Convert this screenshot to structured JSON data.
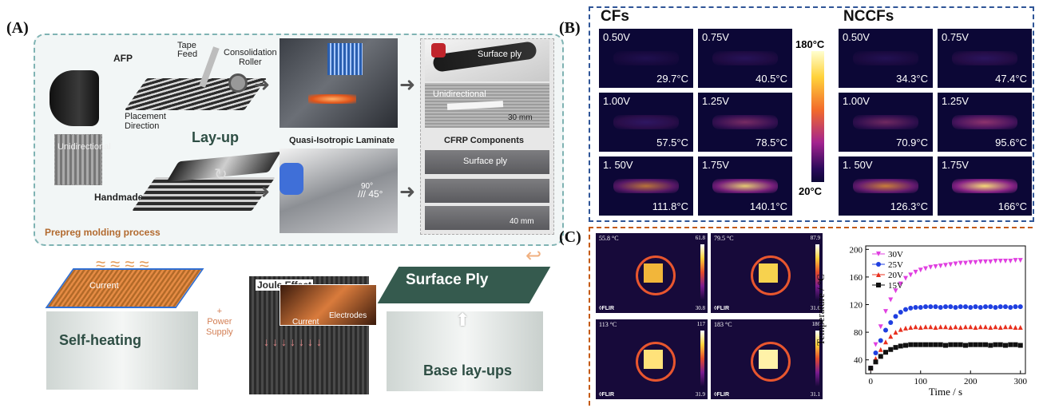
{
  "panel_a": {
    "letter": "(A)",
    "afp": "AFP",
    "tape_feed": "Tape\nFeed",
    "roller": "Consolidation\nRoller",
    "placement": "Placement\nDirection",
    "unidirectional": "Unidirectional",
    "layup": "Lay-up",
    "handmade": "Handmade",
    "process": "Prepreg molding process",
    "quasi": "Quasi-Isotropic Laminate",
    "deg90": "90°",
    "deg45": "/// 45°",
    "cfrp": "CFRP Components",
    "surface_ply_top": "Surface ply",
    "unidirectional_photo": "Unidirectional",
    "scale30": "30 mm",
    "surface_ply_comp": "Surface ply",
    "scale40": "40 mm",
    "current": "Current",
    "joule": "Joule Effect",
    "electrodes": "Electrodes",
    "power": "+\nPower\nSupply",
    "current2": "Current",
    "surface_ply_big": "Surface Ply",
    "self_heating": "Self-heating",
    "base_layups": "Base lay-ups"
  },
  "panel_b": {
    "letter": "(B)",
    "cfs": "CFs",
    "nccfs": "NCCFs",
    "cb_max": "180°C",
    "cb_min": "20°C",
    "cfs_cells": [
      {
        "v": "0.50V",
        "t": "29.7°C",
        "level": 0.0
      },
      {
        "v": "0.75V",
        "t": "40.5°C",
        "level": 0.12
      },
      {
        "v": "1.00V",
        "t": "57.5°C",
        "level": 0.25
      },
      {
        "v": "1.25V",
        "t": "78.5°C",
        "level": 0.4
      },
      {
        "v": "1. 50V",
        "t": "111.8°C",
        "level": 0.65
      },
      {
        "v": "1.75V",
        "t": "140.1°C",
        "level": 0.85
      }
    ],
    "nccfs_cells": [
      {
        "v": "0.50V",
        "t": "34.3°C",
        "level": 0.05
      },
      {
        "v": "0.75V",
        "t": "47.4°C",
        "level": 0.18
      },
      {
        "v": "1.00V",
        "t": "70.9°C",
        "level": 0.35
      },
      {
        "v": "1.25V",
        "t": "95.6°C",
        "level": 0.55
      },
      {
        "v": "1. 50V",
        "t": "126.3°C",
        "level": 0.75
      },
      {
        "v": "1.75V",
        "t": "166°C",
        "level": 0.95
      }
    ]
  },
  "panel_c": {
    "letter": "(C)",
    "flir_images": [
      {
        "tl": "55.8 °C",
        "tr": "61.8",
        "br": "30.8",
        "flir": "◊FLIR"
      },
      {
        "tl": "79.5 °C",
        "tr": "87.9",
        "br": "31.6",
        "flir": "◊FLIR"
      },
      {
        "tl": "113 °C",
        "tr": "117",
        "br": "31.9",
        "flir": "◊FLIR"
      },
      {
        "tl": "183 °C",
        "tr": "186",
        "br": "31.1",
        "flir": "◊FLIR"
      }
    ]
  },
  "chart_data": {
    "type": "scatter",
    "xlabel": "Time / s",
    "ylabel": "Temperature / °C",
    "xlim": [
      -10,
      310
    ],
    "ylim": [
      20,
      205
    ],
    "xticks": [
      0,
      100,
      200,
      300
    ],
    "yticks": [
      40,
      80,
      120,
      160,
      200
    ],
    "legend_position": "top-left",
    "series": [
      {
        "name": "30V",
        "color": "#e040e0",
        "marker": "triangle-down",
        "x": [
          0,
          10,
          20,
          30,
          40,
          50,
          60,
          70,
          80,
          90,
          100,
          110,
          120,
          130,
          140,
          150,
          160,
          170,
          180,
          190,
          200,
          210,
          220,
          230,
          240,
          250,
          260,
          270,
          280,
          290,
          300
        ],
        "y": [
          28,
          62,
          88,
          110,
          127,
          140,
          150,
          158,
          163,
          167,
          170,
          172,
          174,
          175,
          176,
          177,
          178,
          179,
          180,
          180,
          181,
          181,
          182,
          182,
          182,
          183,
          183,
          183,
          183,
          184,
          184
        ]
      },
      {
        "name": "25V",
        "color": "#1f3fe0",
        "marker": "circle",
        "x": [
          0,
          10,
          20,
          30,
          40,
          50,
          60,
          70,
          80,
          90,
          100,
          110,
          120,
          130,
          140,
          150,
          160,
          170,
          180,
          190,
          200,
          210,
          220,
          230,
          240,
          250,
          260,
          270,
          280,
          290,
          300
        ],
        "y": [
          28,
          50,
          68,
          83,
          94,
          103,
          109,
          113,
          115,
          116,
          116,
          117,
          117,
          117,
          116,
          117,
          117,
          116,
          117,
          117,
          116,
          117,
          116,
          117,
          117,
          116,
          117,
          117,
          116,
          117,
          117
        ]
      },
      {
        "name": "20V",
        "color": "#e8301f",
        "marker": "triangle-up",
        "x": [
          0,
          10,
          20,
          30,
          40,
          50,
          60,
          70,
          80,
          90,
          100,
          110,
          120,
          130,
          140,
          150,
          160,
          170,
          180,
          190,
          200,
          210,
          220,
          230,
          240,
          250,
          260,
          270,
          280,
          290,
          300
        ],
        "y": [
          28,
          42,
          55,
          66,
          74,
          80,
          84,
          86,
          87,
          88,
          87,
          88,
          88,
          87,
          88,
          88,
          87,
          88,
          87,
          88,
          88,
          87,
          88,
          88,
          87,
          88,
          87,
          88,
          88,
          87,
          87
        ]
      },
      {
        "name": "15V",
        "color": "#111111",
        "marker": "square",
        "x": [
          0,
          10,
          20,
          30,
          40,
          50,
          60,
          70,
          80,
          90,
          100,
          110,
          120,
          130,
          140,
          150,
          160,
          170,
          180,
          190,
          200,
          210,
          220,
          230,
          240,
          250,
          260,
          270,
          280,
          290,
          300
        ],
        "y": [
          28,
          37,
          45,
          51,
          55,
          58,
          60,
          61,
          62,
          62,
          62,
          62,
          62,
          62,
          62,
          61,
          62,
          62,
          62,
          61,
          62,
          62,
          62,
          62,
          61,
          62,
          62,
          61,
          62,
          62,
          61
        ]
      }
    ]
  }
}
